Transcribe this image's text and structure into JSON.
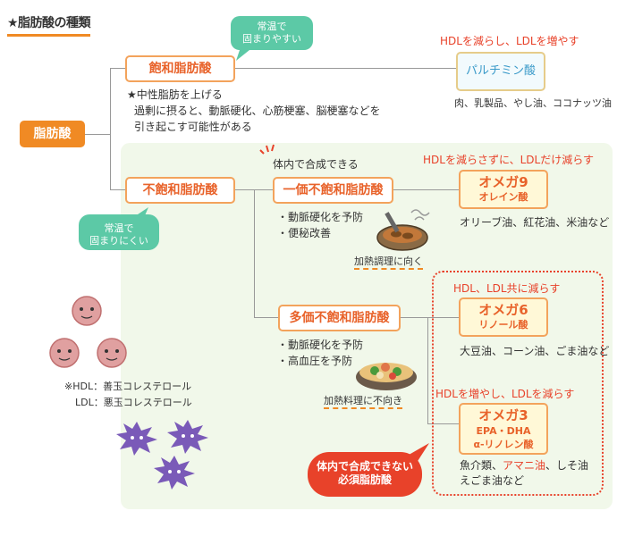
{
  "title": "★脂肪酸の種類",
  "root": "脂肪酸",
  "saturated": {
    "label": "飽和脂肪酸",
    "bubble": [
      "常温で",
      "固まりやすい"
    ],
    "note1": "★中性脂肪を上げる",
    "note2": "過剰に摂ると、動脈硬化、心筋梗塞、脳梗塞などを",
    "note3": "引き起こす可能性がある",
    "effect": "HDLを減らし、LDLを増やす",
    "example_name": "パルチミン酸",
    "example_foods": "肉、乳製品、やし油、ココナッツ油"
  },
  "unsaturated": {
    "label": "不飽和脂肪酸",
    "bubble": [
      "常温で",
      "固まりにくい"
    ]
  },
  "mono": {
    "caption": "体内で合成できる",
    "label": "一価不飽和脂肪酸",
    "benefit1": "・動脈硬化を予防",
    "benefit2": "・便秘改善",
    "cooking": "加熱調理に向く",
    "effect": "HDLを減らさずに、LDLだけ減らす",
    "omega_name": "オメガ9",
    "omega_sub": "オレイン酸",
    "foods": "オリーブ油、紅花油、米油など"
  },
  "poly": {
    "label": "多価不飽和脂肪酸",
    "benefit1": "・動脈硬化を予防",
    "benefit2": "・高血圧を予防",
    "cooking": "加熱料理に不向き",
    "omega6": {
      "effect": "HDL、LDL共に減らす",
      "name": "オメガ6",
      "sub": "リノール酸",
      "foods": "大豆油、コーン油、ごま油など"
    },
    "omega3": {
      "effect": "HDLを増やし、LDLを減らす",
      "name": "オメガ3",
      "sub1": "EPA・DHA",
      "sub2": "α-リノレン酸",
      "foods1_a": "魚介類、",
      "foods1_b": "アマニ油",
      "foods1_c": "、しそ油",
      "foods2": "えごま油など"
    },
    "essential": [
      "体内で合成できない",
      "必須脂肪酸"
    ]
  },
  "legend": {
    "hdl": "※HDL：善玉コレステロール",
    "ldl": "LDL：悪玉コレステロール"
  },
  "colors": {
    "orange": "#f08a24",
    "red": "#e8422a",
    "green_bubble": "#5cc9a6",
    "background_green": "#f1f8ea"
  }
}
